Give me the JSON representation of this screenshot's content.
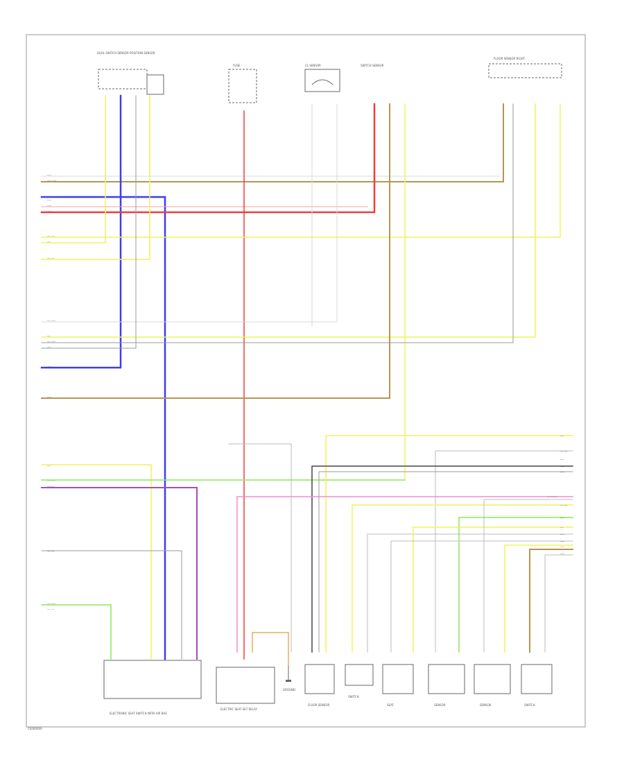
{
  "footer_code": "C0000000",
  "ground_label": "GROUND",
  "components": {
    "front_top": "DUAL SWITCH SENSOR POSITION SENSOR",
    "fuse": "FUSE",
    "headlamp_relay": "CL SENSOR",
    "center_sensor": "SWITCH SENSOR",
    "right_sensor": "FLOOR SENSOR RIGHT",
    "bottom_left": "ELECTRONIC SEAT SWITCH WITH AIR BAG",
    "bottom_center": "ELECTRIC SEAT SET RELAY",
    "bottom_a": "FLOOR SENSOR",
    "bottom_b": "SWITCH",
    "bottom_c": "SEAT",
    "bottom_d": "SENSOR",
    "bottom_e": "SENSOR",
    "bottom_f": "SWITCH"
  },
  "wire_colors": {
    "yellow": "#f2f25a",
    "blue": "#3c3cf0",
    "red": "#f03c3c",
    "brown": "#b49650",
    "green": "#8ce65a",
    "violet": "#a050b4",
    "pink": "#f08cd2",
    "gray": "#9a9a9a",
    "lightgray": "#c8c8c8",
    "black": "#444444"
  }
}
